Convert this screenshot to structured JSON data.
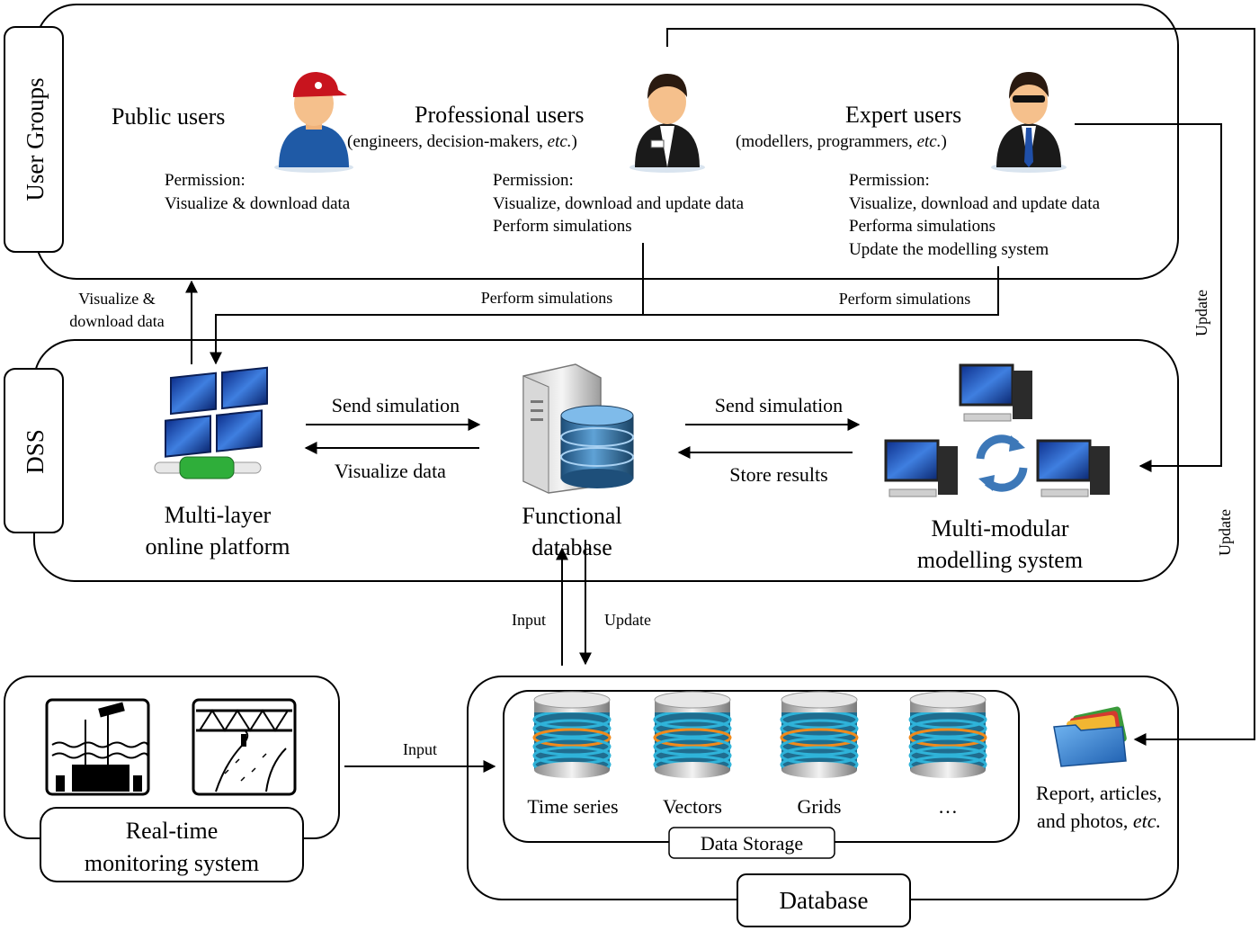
{
  "groups": {
    "user_groups": "User Groups",
    "dss": "DSS",
    "database": "Database",
    "data_storage": "Data Storage",
    "realtime": [
      "Real-time",
      "monitoring system"
    ]
  },
  "users": {
    "public": {
      "title": "Public users",
      "perm_title": "Permission:",
      "perm_lines": [
        "Visualize & download data"
      ]
    },
    "professional": {
      "title": "Professional users",
      "subtitle_pre": "(engineers, decision-makers, ",
      "subtitle_em": "etc.",
      "subtitle_post": ")",
      "perm_title": "Permission:",
      "perm_lines": [
        "Visualize, download and update data",
        "Perform simulations"
      ]
    },
    "expert": {
      "title": "Expert users",
      "subtitle_pre": "(modellers, programmers, ",
      "subtitle_em": "etc.",
      "subtitle_post": ")",
      "perm_title": "Permission:",
      "perm_lines": [
        "Visualize, download and update data",
        "Performa simulations",
        "Update the modelling system"
      ]
    }
  },
  "components": {
    "platform": [
      "Multi-layer",
      "online platform"
    ],
    "functional_db": [
      "Functional",
      "database"
    ],
    "modelling": [
      "Multi-modular",
      "modelling system"
    ]
  },
  "storage_items": [
    "Time series",
    "Vectors",
    "Grids",
    "…"
  ],
  "reports": {
    "line1": "Report, articles,",
    "line2_pre": "and photos, ",
    "line2_em": "etc."
  },
  "arrows": {
    "visualize_download": [
      "Visualize &",
      "download data"
    ],
    "perform_sim_1": "Perform simulations",
    "perform_sim_2": "Perform simulations",
    "update_1": "Update",
    "update_2": "Update",
    "send_sim_left": "Send simulation",
    "visualize_data": "Visualize  data",
    "send_sim_right": "Send simulation",
    "store_results": "Store results",
    "input_db": "Input",
    "update_db": "Update",
    "input_rt": "Input"
  }
}
